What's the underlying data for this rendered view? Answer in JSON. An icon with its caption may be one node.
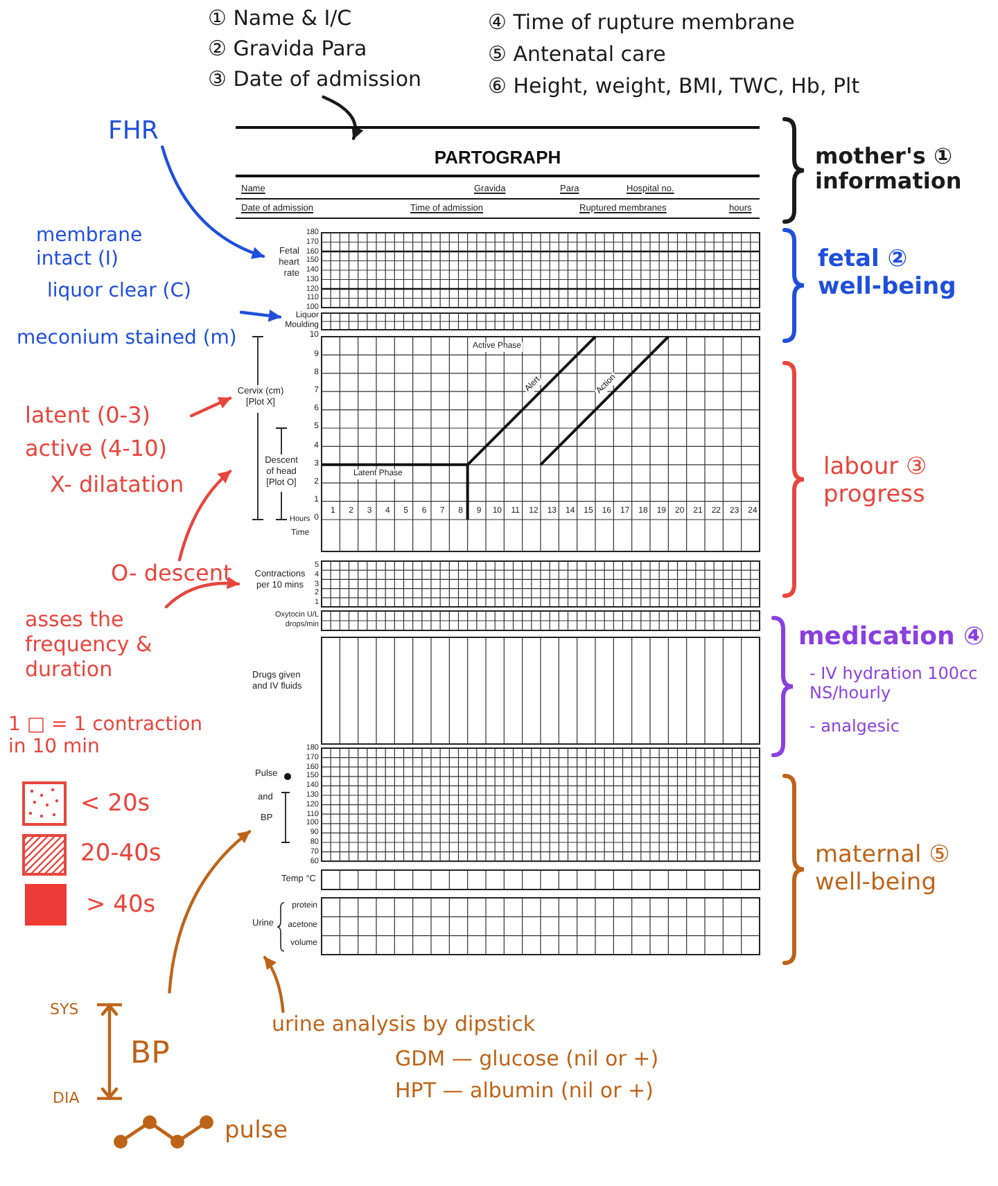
{
  "diagram": {
    "nodes": [
      {
        "text": [
          "① Name & I/C",
          "② Gravida Para",
          "③ Date of admission"
        ]
      },
      {
        "text": [
          "PARTOGRAPH",
          "Name",
          "Gravida",
          "Para",
          "Hospital no.",
          "Date of admission",
          "Time of admission",
          "Ruptured membranes",
          "hours"
        ]
      },
      {
        "text": [
          "FHR"
        ]
      },
      {
        "text": [
          "Fetal heart rate"
        ],
        "beside": [
          "180",
          "170",
          "160",
          "150",
          "140",
          "130",
          "120",
          "110",
          "100"
        ]
      },
      {
        "text": [
          "membrane intact (I)",
          "liquor clear (C)",
          "meconium stained (m)"
        ]
      },
      {
        "text": [
          "Liquor",
          "Moulding"
        ]
      },
      {
        "text": [
          "latent (0-3)",
          "active (4-10)",
          "X- dilatation"
        ]
      },
      {
        "text": [
          "Cervix (cm) [Plot X]",
          "Descent of head [Plot O]",
          "Hours",
          "Time",
          "Active Phase",
          "Alert",
          "Action",
          "Latent Phase",
          "1",
          "2",
          "3",
          "4",
          "5",
          "6",
          "7",
          "8",
          "9",
          "10",
          "11",
          "12",
          "13",
          "14",
          "15",
          "16",
          "17",
          "18",
          "19",
          "20",
          "21",
          "22",
          "23",
          "24"
        ],
        "beside": [
          "10",
          "9",
          "8",
          "7",
          "6",
          "5",
          "4",
          "3",
          "2",
          "1",
          "0"
        ]
      },
      {
        "text": [
          "O- descent"
        ]
      },
      {
        "text": [
          "asses the frequency & duration"
        ]
      },
      {
        "text": [
          "Contractions per 10 mins"
        ],
        "beside": [
          "5",
          "4",
          "3",
          "2",
          "1"
        ]
      },
      {
        "text": [
          "Oxytocin U/L drops/min"
        ]
      },
      {
        "text": [
          "Drugs given and IV fluids"
        ]
      },
      {
        "text": [
          "Pulse",
          "and",
          "BP"
        ],
        "beside": [
          "180",
          "170",
          "160",
          "150",
          "140",
          "130",
          "120",
          "110",
          "100",
          "90",
          "80",
          "70",
          "60"
        ]
      },
      {
        "text": [
          "Temp °C"
        ]
      },
      {
        "text": [
          "Urine",
          "protein",
          "acetone",
          "volume"
        ]
      },
      {
        "text": [
          "SYS",
          "BP",
          "DIA"
        ]
      },
      {
        "text": [
          "urine analysis by dipstick"
        ]
      }
    ],
    "edges": [
      {
        "from": 0,
        "to": 1,
        "arrow": "to",
        "color": "#1a1a1a"
      },
      {
        "from": 2,
        "to": 3,
        "arrow": "to",
        "color": "#1f4fdb"
      },
      {
        "from": 4,
        "to": 5,
        "arrow": "to",
        "color": "#1f4fdb"
      },
      {
        "from": 6,
        "to": 7,
        "arrow": "to",
        "color": "#e8453c"
      },
      {
        "from": 8,
        "to": 7,
        "arrow": "to",
        "color": "#e8453c"
      },
      {
        "from": 9,
        "to": 10,
        "arrow": "to",
        "color": "#e8453c"
      },
      {
        "from": 16,
        "to": 13,
        "arrow": "to",
        "color": "#bd6419"
      },
      {
        "from": 17,
        "to": 15,
        "arrow": "to",
        "color": "#bd6419"
      }
    ],
    "labels": [
      "④ Time of rupture membrane",
      "⑤ Antenatal care",
      "⑥ Height, weight, BMI, TWC, Hb, Plt",
      "mother's ① information",
      "fetal ② well-being",
      "labour ③ progress",
      "medication ④",
      "- IV hydration 100cc NS/hourly",
      "- analgesic",
      "1 □ = 1 contraction in 10 min",
      "maternal ⑤ well-being",
      "GDM — glucose (nil or +)",
      "HPT — albumin (nil or +)"
    ],
    "legend": [
      {
        "text": "< 20s"
      },
      {
        "text": "20-40s"
      },
      {
        "text": "> 40s",
        "color": "#ee3b36"
      },
      {
        "text": "pulse"
      }
    ]
  }
}
